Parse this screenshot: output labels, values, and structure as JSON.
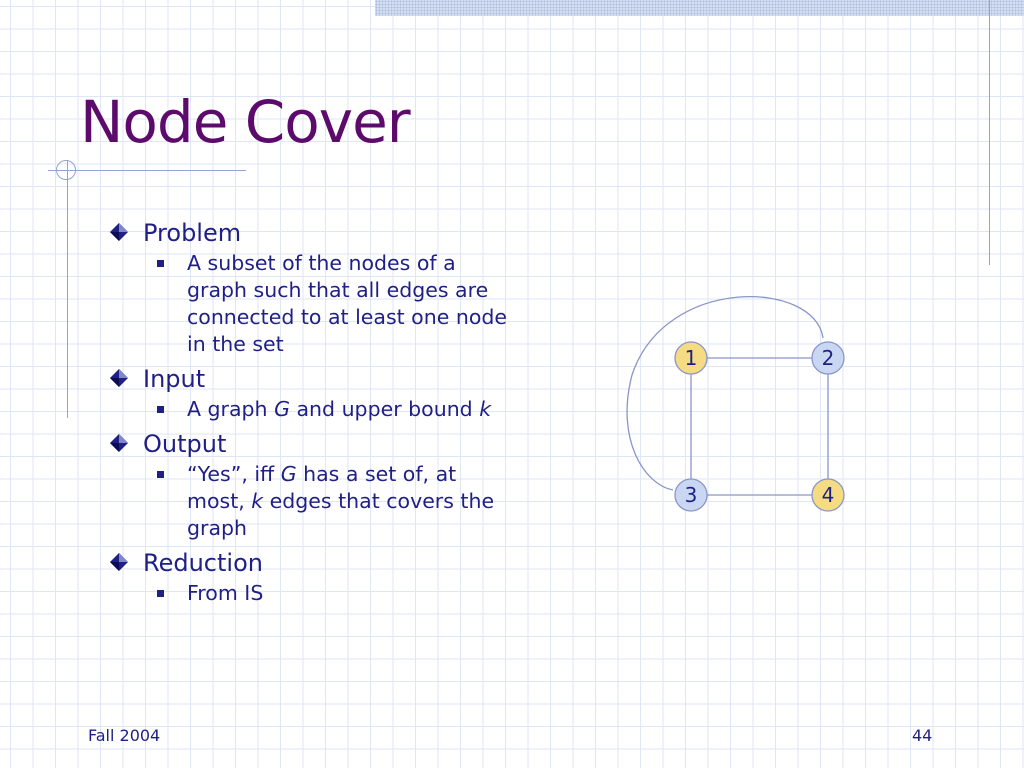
{
  "slide": {
    "title": "Node Cover",
    "items": [
      {
        "heading": "Problem",
        "detail": [
          "A subset of the nodes of a graph such that all edges are connected to at least one node in the set"
        ]
      },
      {
        "heading": "Input",
        "detail": [
          [
            "A graph ",
            "G",
            " and upper bound ",
            "k",
            ""
          ]
        ]
      },
      {
        "heading": "Output",
        "detail": [
          [
            "“Yes”, iff ",
            "G",
            " has a set of, at most, ",
            "k",
            " edges that covers the graph"
          ]
        ]
      },
      {
        "heading": "Reduction",
        "detail": [
          "From IS"
        ]
      }
    ],
    "footer_left": "Fall 2004",
    "page_number": "44"
  },
  "graph": {
    "nodes": [
      {
        "label": "1",
        "in_cover": true
      },
      {
        "label": "2",
        "in_cover": false
      },
      {
        "label": "3",
        "in_cover": false
      },
      {
        "label": "4",
        "in_cover": true
      }
    ],
    "edges": [
      [
        "1",
        "2"
      ],
      [
        "1",
        "3"
      ],
      [
        "2",
        "4"
      ],
      [
        "3",
        "4"
      ],
      [
        "2",
        "3"
      ]
    ],
    "colors": {
      "cover_fill": "#f5dc82",
      "other_fill": "#c9d7f3",
      "stroke": "#8a95c8",
      "label": "#1f1f86"
    }
  }
}
